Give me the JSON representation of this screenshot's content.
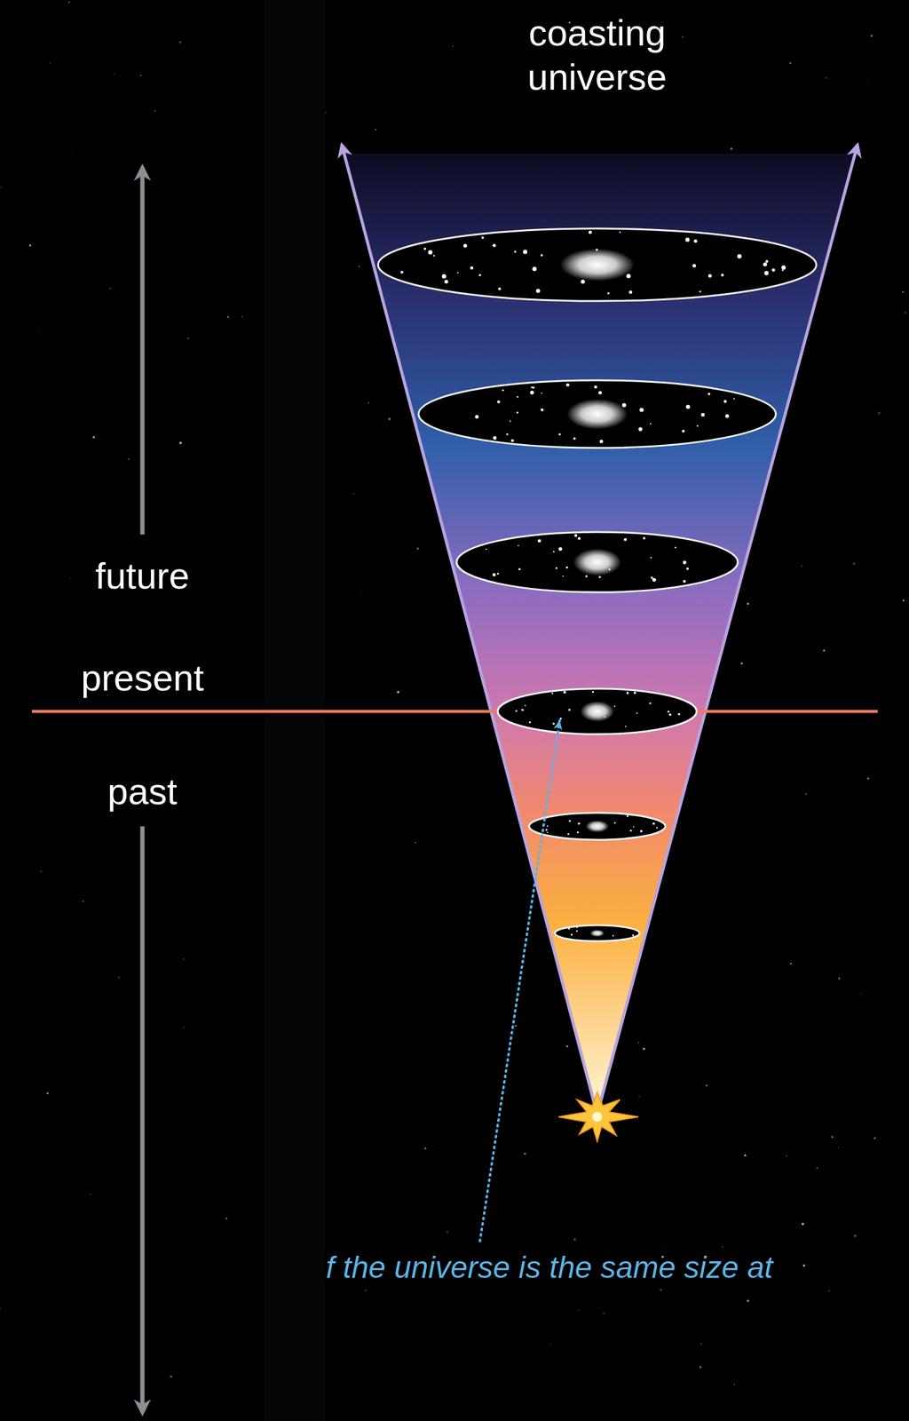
{
  "diagram": {
    "title": "coasting universe",
    "labels": [
      "future",
      "present",
      "past",
      "f the universe is the same size at"
    ]
  }
}
